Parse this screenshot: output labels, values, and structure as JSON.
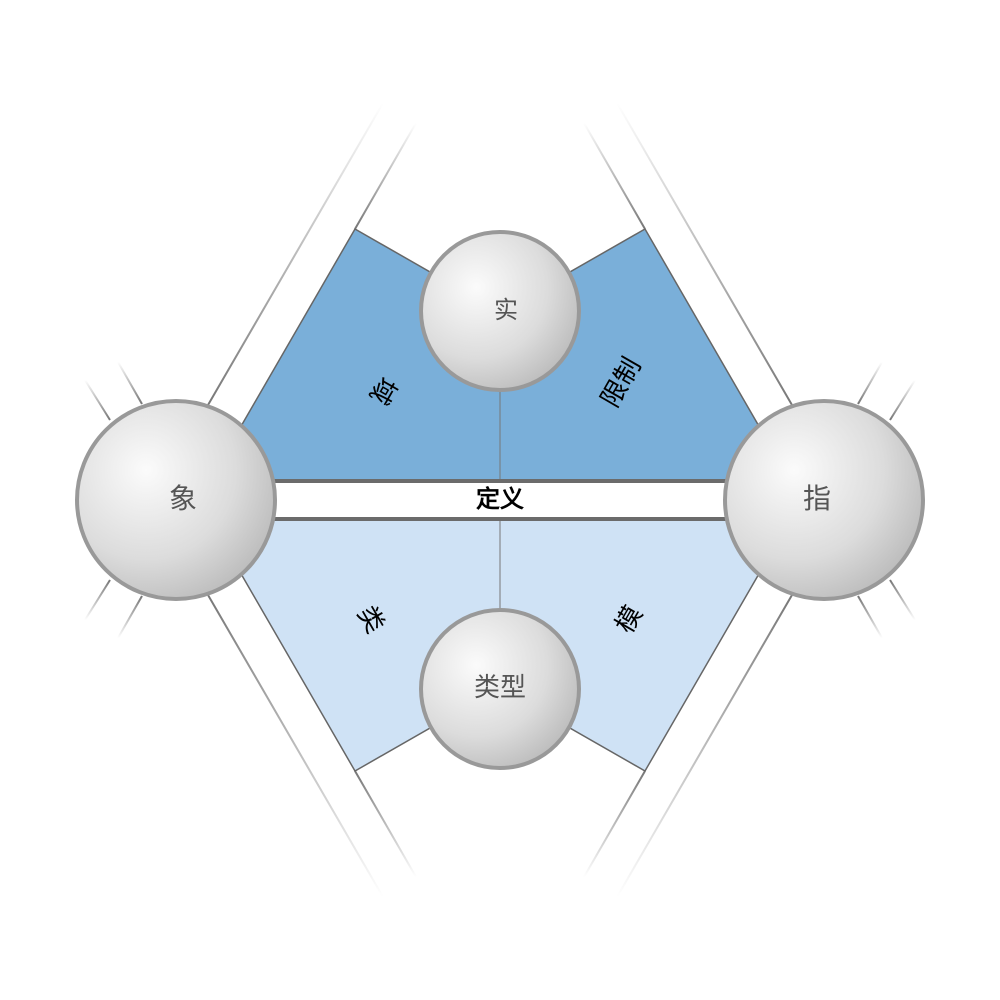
{
  "center_band": {
    "label": "定义"
  },
  "nodes": {
    "top": "实",
    "left": "象",
    "right": "指",
    "bottom": "类型"
  },
  "segments": {
    "top_left": "域",
    "top_right": "限制",
    "bottom_left": "类",
    "bottom_right": "模"
  },
  "colors": {
    "top_fill": "#7aafd9",
    "bottom_fill": "#cfe2f5",
    "band_border": "#6b6b6b",
    "node_border": "#999999"
  }
}
